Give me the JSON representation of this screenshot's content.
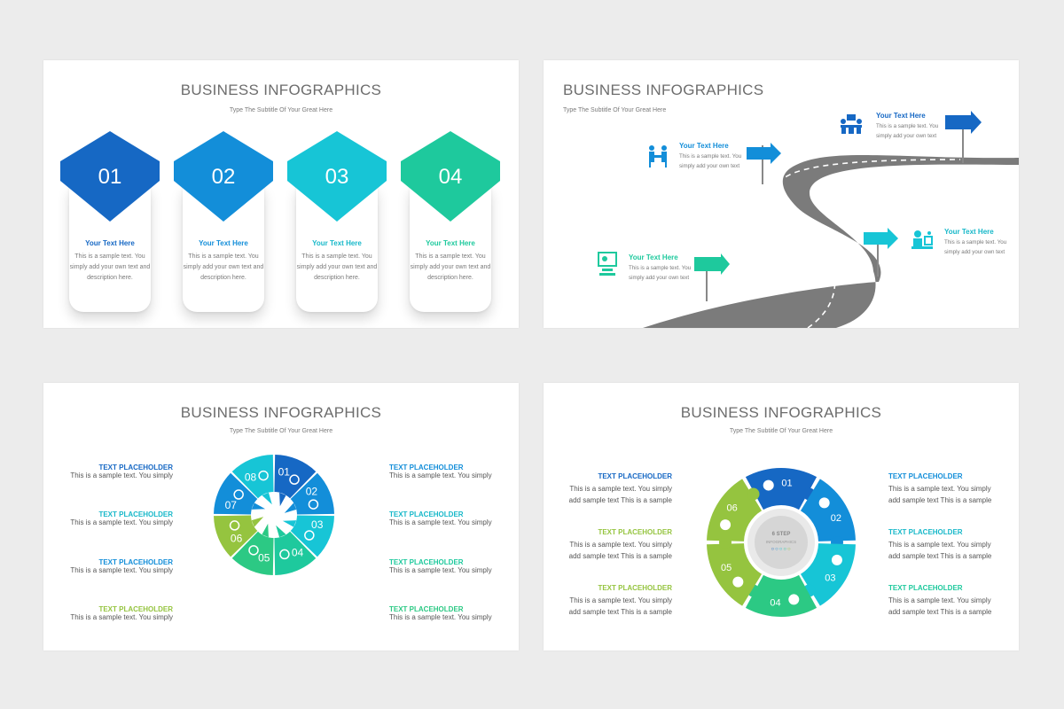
{
  "colors": {
    "blue_dark": "#1668c4",
    "blue": "#138ed9",
    "cyan": "#17c5d6",
    "teal": "#1ec99d",
    "green": "#2cc984",
    "lime": "#95c43f",
    "road": "#7b7b7b"
  },
  "slide1": {
    "title": "BUSINESS INFOGRAPHICS",
    "subtitle": "Type The Subtitle Of Your Great Here",
    "cards": [
      {
        "num": "01",
        "heading": "Your Text Here",
        "text": "This is a sample text. You simply add your own text and description here."
      },
      {
        "num": "02",
        "heading": "Your Text Here",
        "text": "This is a sample text. You simply add your own text and description here."
      },
      {
        "num": "03",
        "heading": "Your Text Here",
        "text": "This is a sample text. You simply add your own text and description here."
      },
      {
        "num": "04",
        "heading": "Your Text Here",
        "text": "This is a sample text. You simply add your own text and description here."
      }
    ]
  },
  "slide2": {
    "title": "BUSINESS INFOGRAPHICS",
    "subtitle": "Type The Subtitle Of Your Great Here",
    "signs": [
      {
        "heading": "Your Text Here",
        "line1": "This is a sample text. You",
        "line2": "simply add your own text",
        "icon": "presentation-icon"
      },
      {
        "heading": "Your Text Here",
        "line1": "This is a sample text. You",
        "line2": "simply add your own text",
        "icon": "handshake-icon"
      },
      {
        "heading": "Your Text Here",
        "line1": "This is a sample text. You",
        "line2": "simply add your own text",
        "icon": "meeting-icon"
      },
      {
        "heading": "Your Text Here",
        "line1": "This is a sample text. You",
        "line2": "simply add your own text",
        "icon": "desk-worker-icon"
      }
    ]
  },
  "slide3": {
    "title": "BUSINESS INFOGRAPHICS",
    "subtitle": "Type The Subtitle Of Your Great Here",
    "left_items": [
      {
        "heading": "TEXT PLACEHOLDER",
        "text": "This is a sample text. You simply"
      },
      {
        "heading": "TEXT PLACEHOLDER",
        "text": "This is a sample text. You simply"
      },
      {
        "heading": "TEXT PLACEHOLDER",
        "text": "This is a sample text. You simply"
      },
      {
        "heading": "TEXT PLACEHOLDER",
        "text": "This is a sample text. You simply"
      }
    ],
    "right_items": [
      {
        "heading": "TEXT PLACEHOLDER",
        "text": "This is a sample text. You simply"
      },
      {
        "heading": "TEXT PLACEHOLDER",
        "text": "This is a sample text. You simply"
      },
      {
        "heading": "TEXT PLACEHOLDER",
        "text": "This is a sample text. You simply"
      },
      {
        "heading": "TEXT PLACEHOLDER",
        "text": "This is a sample text. You simply"
      }
    ],
    "segments": [
      "01",
      "02",
      "03",
      "04",
      "05",
      "06",
      "07",
      "08"
    ]
  },
  "slide4": {
    "title": "BUSINESS INFOGRAPHICS",
    "subtitle": "Type The Subtitle Of Your Great Here",
    "center_title": "6 STEP",
    "center_sub": "INFOGRAPHICS",
    "left_items": [
      {
        "heading": "TEXT PLACEHOLDER",
        "line1": "This is a sample text. You simply",
        "line2": "add sample text This is a sample"
      },
      {
        "heading": "TEXT PLACEHOLDER",
        "line1": "This is a sample text. You simply",
        "line2": "add sample text This is a sample"
      },
      {
        "heading": "TEXT PLACEHOLDER",
        "line1": "This is a sample text. You simply",
        "line2": "add sample text This is a sample"
      }
    ],
    "right_items": [
      {
        "heading": "TEXT PLACEHOLDER",
        "line1": "This is a sample text. You simply",
        "line2": "add sample text This is a sample"
      },
      {
        "heading": "TEXT PLACEHOLDER",
        "line1": "This is a sample text. You simply",
        "line2": "add sample text This is a sample"
      },
      {
        "heading": "TEXT PLACEHOLDER",
        "line1": "This is a sample text. You simply",
        "line2": "add sample text This is a sample"
      }
    ],
    "segments": [
      "01",
      "02",
      "03",
      "04",
      "05",
      "06"
    ]
  }
}
